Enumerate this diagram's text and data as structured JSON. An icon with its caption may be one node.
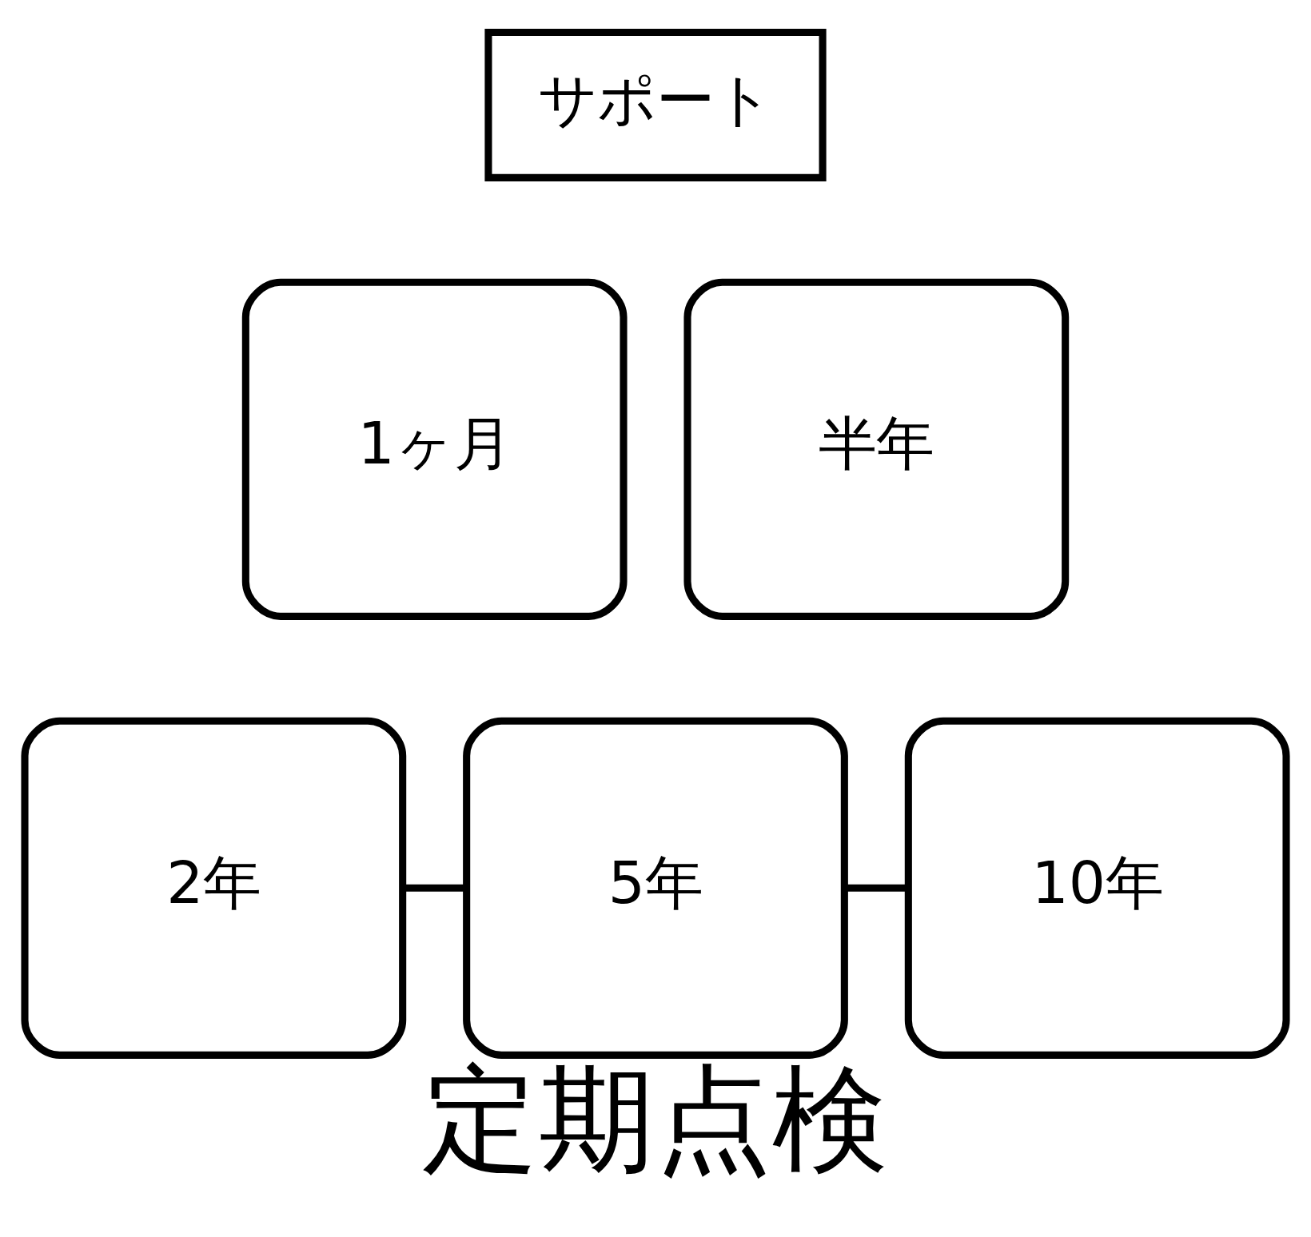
{
  "diagram": {
    "title": "定期点検",
    "nodes": [
      {
        "text": [
          "サポート"
        ]
      },
      {
        "text": [
          "1ヶ月"
        ]
      },
      {
        "text": [
          "半年"
        ]
      },
      {
        "text": [
          "2年"
        ]
      },
      {
        "text": [
          "5年"
        ]
      },
      {
        "text": [
          "10年"
        ]
      }
    ],
    "edges": [
      {
        "from": 3,
        "to": 4,
        "arrow": "none"
      },
      {
        "from": 4,
        "to": 5,
        "arrow": "none"
      }
    ]
  }
}
